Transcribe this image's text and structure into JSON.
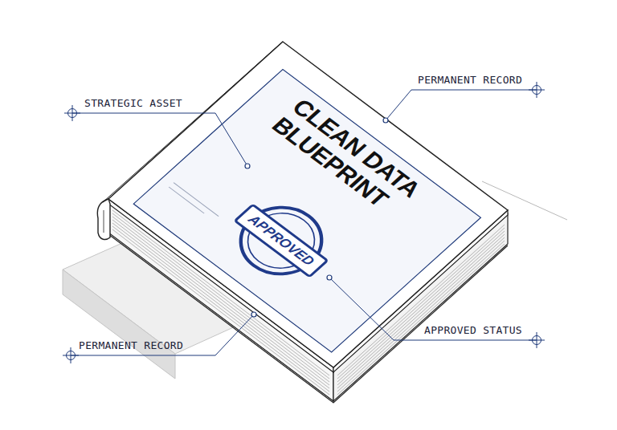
{
  "diagram": {
    "labels": [
      "CLEAN DATA BLUEPRINT",
      "APPROVED",
      "STRATEGIC ASSET",
      "PERMANENT RECORD",
      "PERMANENT RECORD",
      "APPROVED STATUS"
    ]
  }
}
